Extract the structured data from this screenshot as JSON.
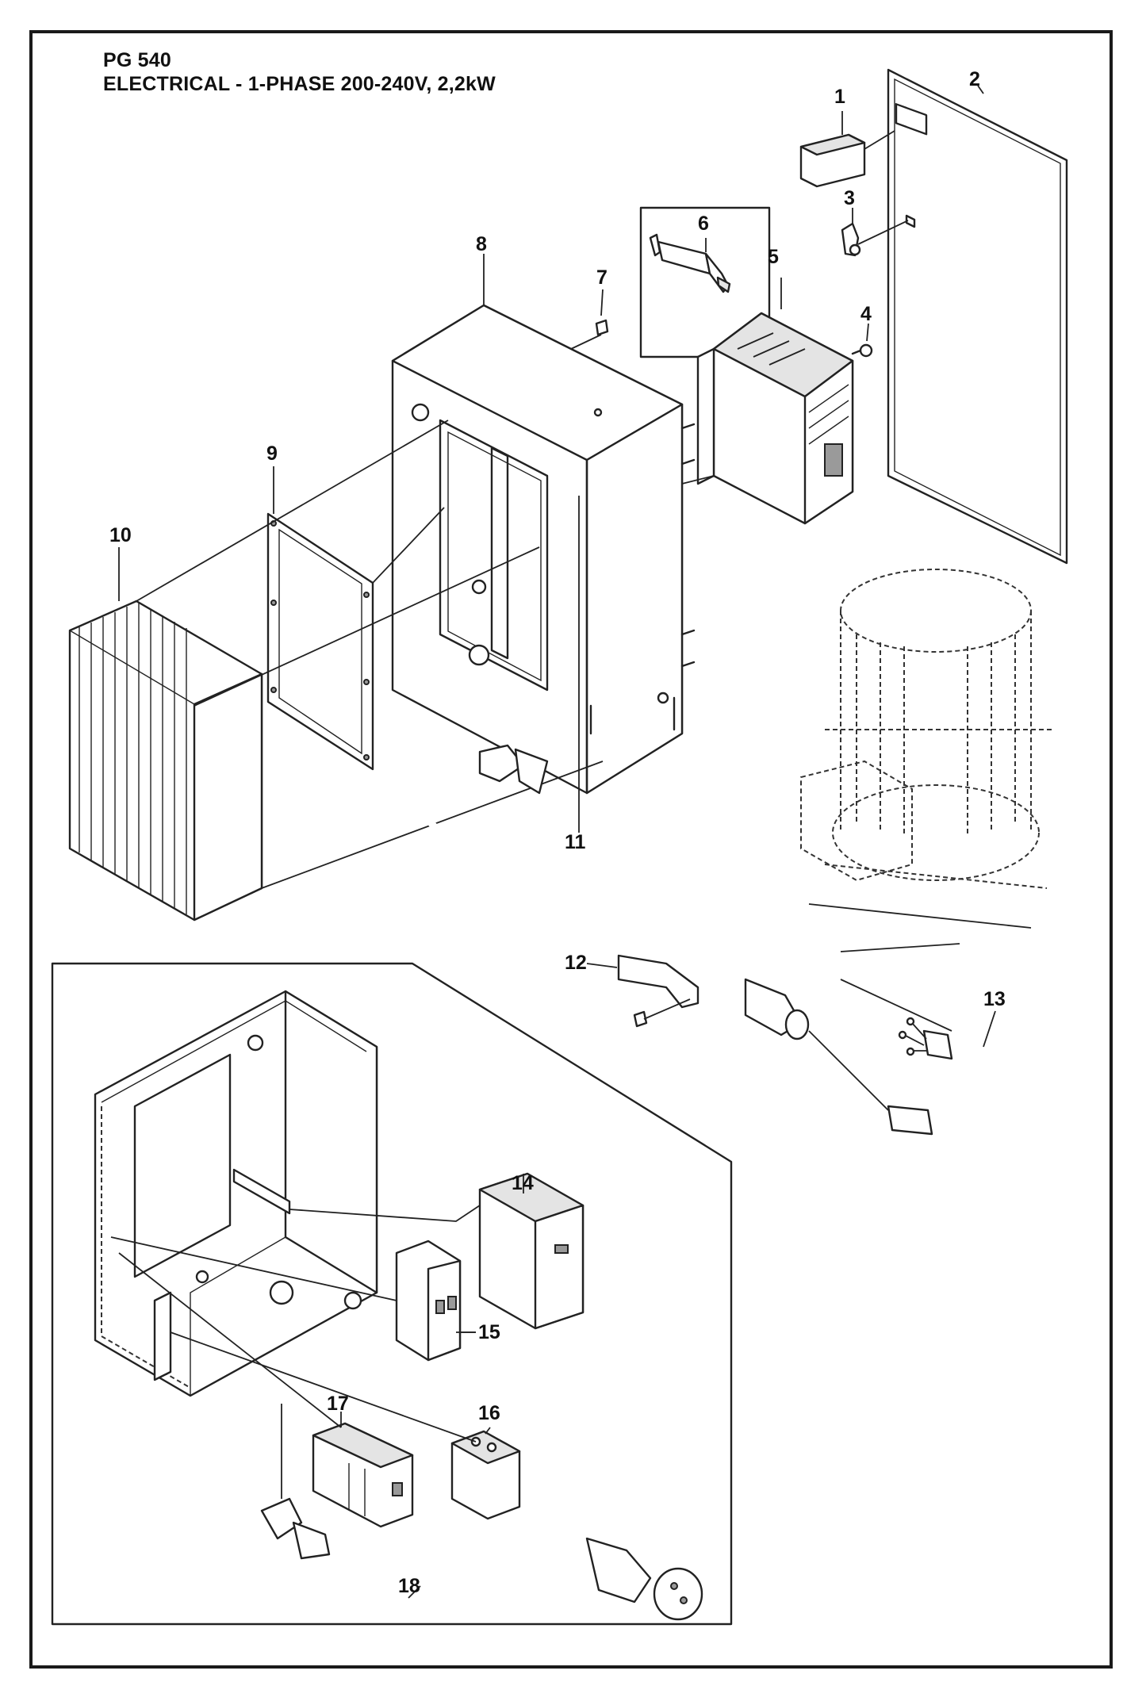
{
  "header": {
    "model": "PG 540",
    "description": "ELECTRICAL - 1-PHASE 200-240V, 2,2kW"
  },
  "callouts": [
    "1",
    "2",
    "3",
    "4",
    "5",
    "6",
    "7",
    "8",
    "9",
    "10",
    "11",
    "12",
    "13",
    "14",
    "15",
    "16",
    "17",
    "18"
  ]
}
